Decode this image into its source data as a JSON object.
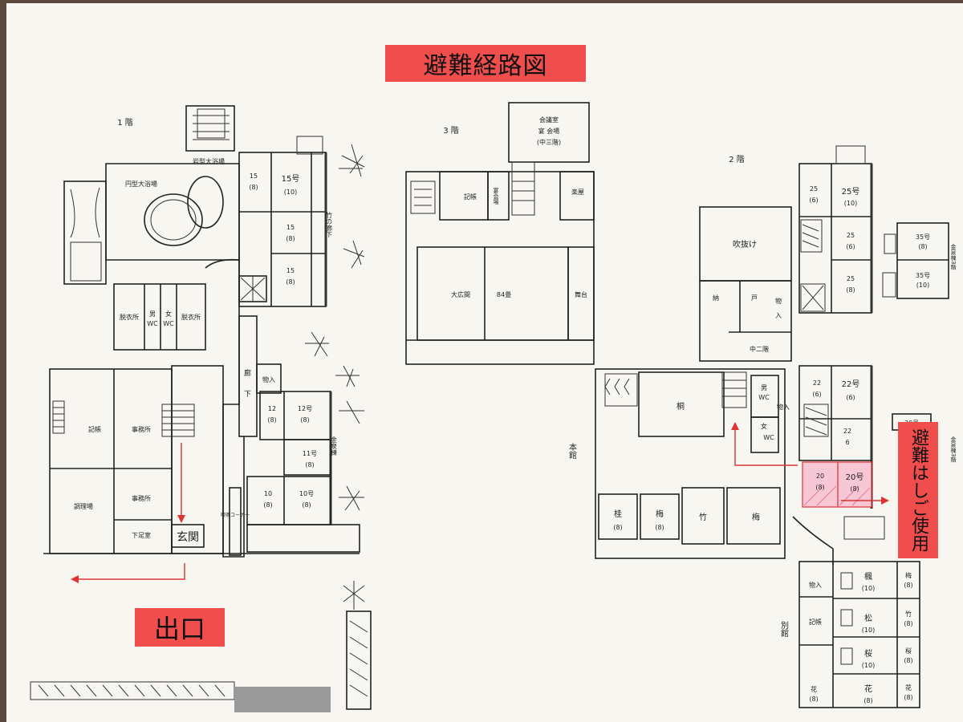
{
  "title": "避難経路図",
  "exit_label": "出口",
  "ladder_label": "避難はしご使用",
  "colors": {
    "highlight_red": "#f04d4d",
    "route_arrow": "#d33333",
    "room_pink": "#f8c7d6"
  },
  "floor1": {
    "label": "1 階",
    "rooms": {
      "round_bath": "円型大浴場",
      "rock_bath": "岩型大浴場",
      "dressing_left": "脱衣所",
      "dressing_right": "脱衣所",
      "wc_male": "男",
      "wc_female": "女",
      "wc": "WC",
      "office_records": "記帳",
      "office": "事務所",
      "office2": "事務所",
      "kitchen": "調理場",
      "shoe_room": "下足室",
      "entrance": "玄関",
      "corridor": "廊",
      "corridor2": "下",
      "storage": "物入",
      "bamboo_corridor": "竹の廊下",
      "gold_corridor": "金泉棟",
      "lounge": "喫茶コーナー",
      "r15a": "15",
      "r15a_sub": "(8)",
      "r15b": "15号",
      "r15b_sub": "(10)",
      "r15c": "15",
      "r15c_sub": "(8)",
      "r15d": "15",
      "r15d_sub": "(8)",
      "r12a": "12",
      "r12a_sub": "(8)",
      "r12b": "12号",
      "r12b_sub": "(8)",
      "r11": "11号",
      "r11_sub": "(8)",
      "r10a": "10",
      "r10a_sub": "(8)",
      "r10b": "10号",
      "r10b_sub": "(8)"
    }
  },
  "floor3": {
    "label": "3 階",
    "rooms": {
      "conference": "会議室",
      "banquet": "宴 会場",
      "mezzanine": "(中三階)",
      "records": "記帳",
      "banquet_room": "宴会場",
      "backstage": "楽屋",
      "great_hall": "大広間",
      "tatami": "84畳",
      "stage": "舞台"
    }
  },
  "floor2": {
    "label": "2 階",
    "rooms": {
      "atrium": "吹抜け",
      "storage_a": "納",
      "storage_b": "戸",
      "storage_c": "物",
      "storage_d": "入",
      "mezzanine2": "中二階",
      "honkan": "本館",
      "kiri": "桐",
      "wc_male": "男",
      "wc_female": "女",
      "wc": "WC",
      "storage_e": "物入",
      "katsura": "桂",
      "katsura_sub": "(8)",
      "ume_small": "梅",
      "ume_small_sub": "(8)",
      "take": "竹",
      "ume": "梅",
      "r25a": "25",
      "r25a_sub": "(6)",
      "r25b": "25号",
      "r25b_sub": "(10)",
      "r25c": "25",
      "r25c_sub": "(6)",
      "r25d": "25",
      "r25d_sub": "(8)",
      "r22a": "22",
      "r22a_sub": "(6)",
      "r22b": "22号",
      "r22b_sub": "(6)",
      "r22c": "22",
      "r22c_sub": "6",
      "r20a": "20",
      "r20a_sub": "(8)",
      "r20b": "20号",
      "r20b_sub": "(8)",
      "r30": "30号",
      "r35a": "35号",
      "r35a_sub": "(8)",
      "r35b": "35号",
      "r35b_sub": "(10)",
      "gold_3f": "金泉棟3階",
      "gold_3f_b": "金泉棟3階",
      "annex": "別館",
      "bathing": "物入",
      "kaede": "楓",
      "kaede_sub": "(10)",
      "matsu": "松",
      "matsu_sub": "(10)",
      "sakura": "桜",
      "sakura_sub": "(10)",
      "hana": "花",
      "hana_sub": "(8)",
      "hana_small": "花",
      "hana_small_sub": "(8)",
      "side_a": "梅",
      "side_a_sub": "(8)",
      "side_b": "竹",
      "side_b_sub": "(8)",
      "side_c": "桜",
      "side_c_sub": "(8)",
      "side_d": "花",
      "side_d_sub": "(8)",
      "records2": "記帳"
    }
  }
}
